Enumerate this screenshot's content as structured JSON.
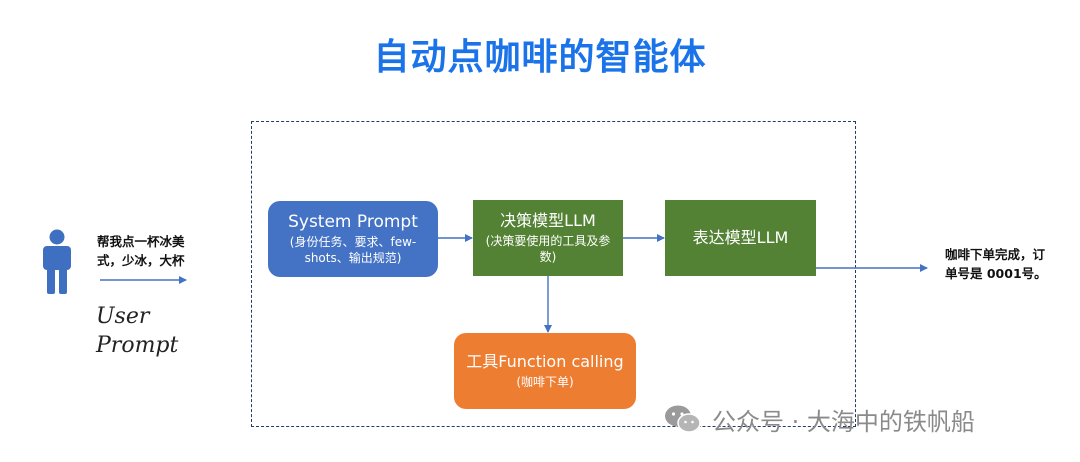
{
  "title": "自动点咖啡的智能体",
  "user": {
    "request": "帮我点一杯冰美式，少冰，大杯",
    "label_line1": "User",
    "label_line2": "Prompt"
  },
  "nodes": {
    "system_prompt": {
      "title": "System Prompt",
      "detail": "(身份任务、要求、few-shots、输出规范)"
    },
    "decision_llm": {
      "title": "决策模型LLM",
      "detail": "(决策要使用的工具及参数)"
    },
    "expression_llm": {
      "title": "表达模型LLM"
    },
    "tool_calling": {
      "title": "工具Function calling",
      "detail": "(咖啡下单)"
    }
  },
  "output": {
    "text": "咖啡下单完成，订单号是 0001号。"
  },
  "watermark": {
    "text": "公众号 · 大海中的铁帆船",
    "icon": "wechat-icon"
  },
  "colors": {
    "title": "#1a73e8",
    "system_prompt": "#4472c4",
    "llm": "#548235",
    "tool": "#ed7d31",
    "person": "#3e6fc0",
    "arrow": "#4472c4",
    "frame": "#1f3c6d"
  }
}
